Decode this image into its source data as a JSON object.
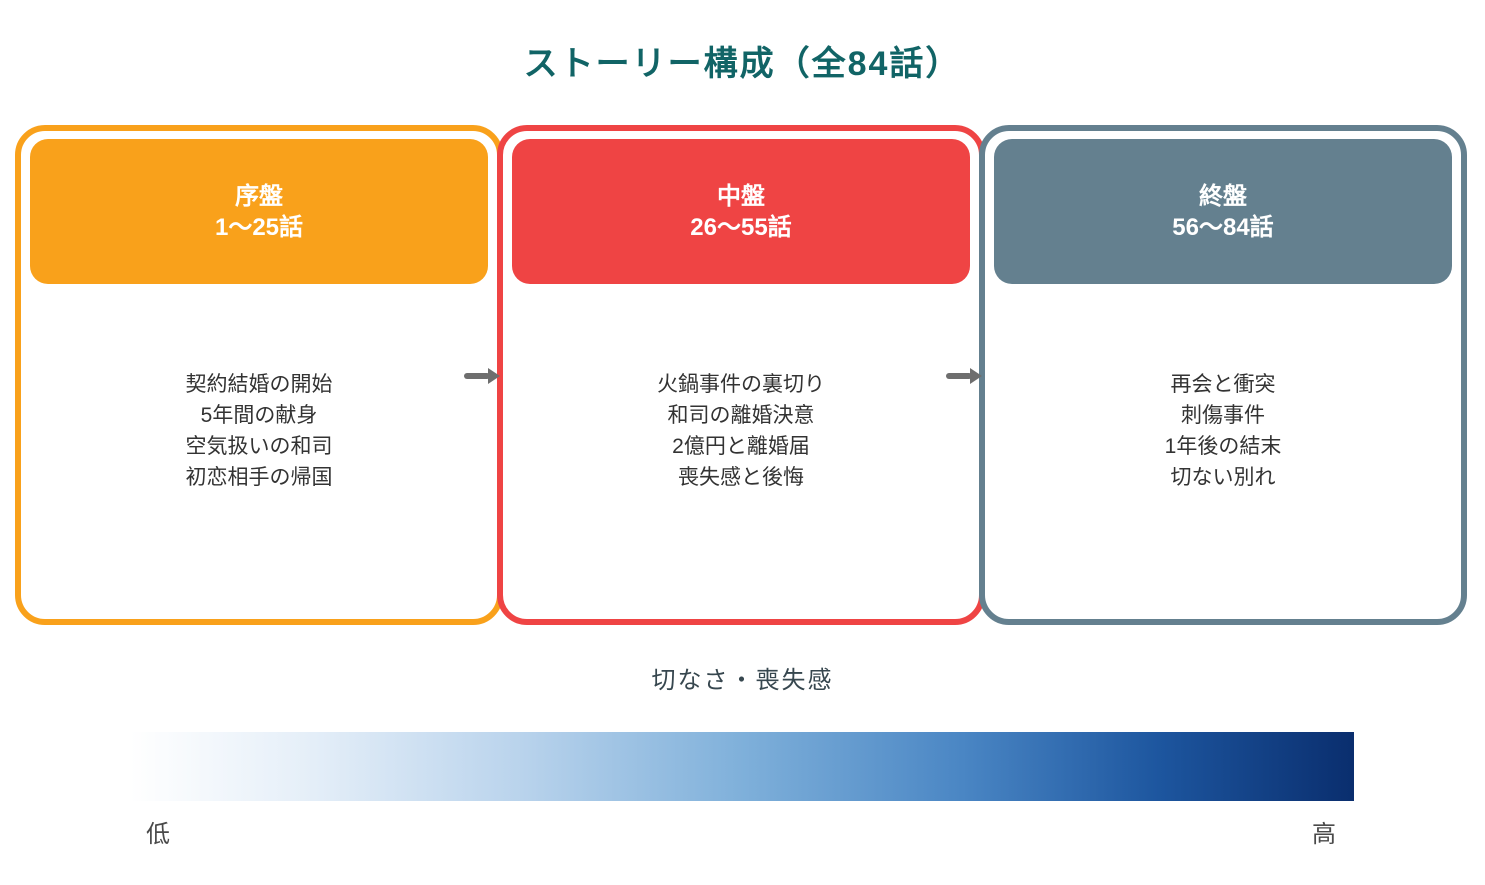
{
  "title": "ストーリー構成（全84話）",
  "colors": {
    "title": "#116466",
    "card_early": "#F9A11B",
    "card_mid": "#EF4444",
    "card_late": "#64808F",
    "body_text": "#333333",
    "arrow": "#6e6e6e",
    "gradient_start": "#FFFFFF",
    "gradient_end": "#0A2E6E"
  },
  "icons": {
    "flow_arrow": "arrow-right"
  },
  "cards": [
    {
      "title": "序盤",
      "range": "1〜25話",
      "items": [
        "契約結婚の開始",
        "5年間の献身",
        "空気扱いの和司",
        "初恋相手の帰国"
      ]
    },
    {
      "title": "中盤",
      "range": "26〜55話",
      "items": [
        "火鍋事件の裏切り",
        "和司の離婚決意",
        "2億円と離婚届",
        "喪失感と後悔"
      ]
    },
    {
      "title": "終盤",
      "range": "56〜84話",
      "items": [
        "再会と衝突",
        "刺傷事件",
        "1年後の結末",
        "切ない別れ"
      ]
    }
  ],
  "scale": {
    "label": "切なさ・喪失感",
    "low": "低",
    "high": "高"
  }
}
